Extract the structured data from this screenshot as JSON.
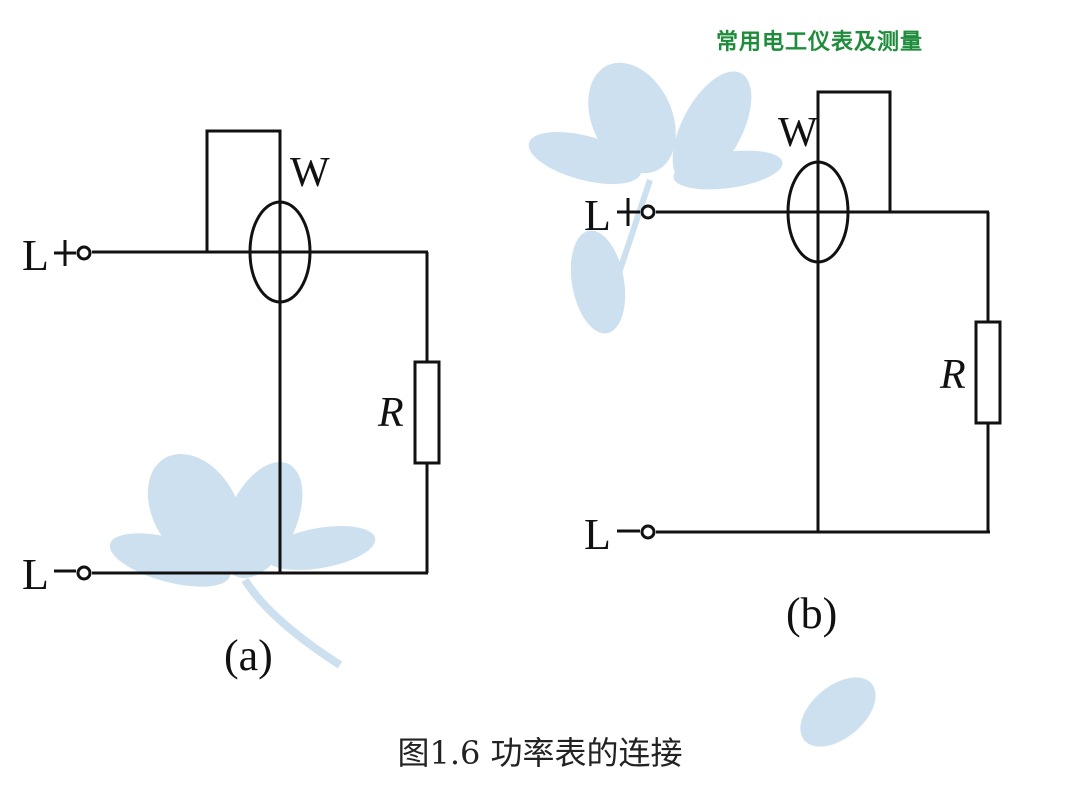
{
  "header": {
    "title": "常用电工仪表及测量",
    "color": "#1e8c3a"
  },
  "diagram_a": {
    "terminal_pos": "L",
    "terminal_neg": "L",
    "meter_label": "W",
    "resistor_label": "R",
    "sublabel": "(a)"
  },
  "diagram_b": {
    "terminal_pos": "L",
    "terminal_neg": "L",
    "meter_label": "W",
    "resistor_label": "R",
    "sublabel": "(b)"
  },
  "caption": "图1.6 功率表的连接",
  "colors": {
    "line": "#111111",
    "watermark": "#bcd6ea"
  }
}
